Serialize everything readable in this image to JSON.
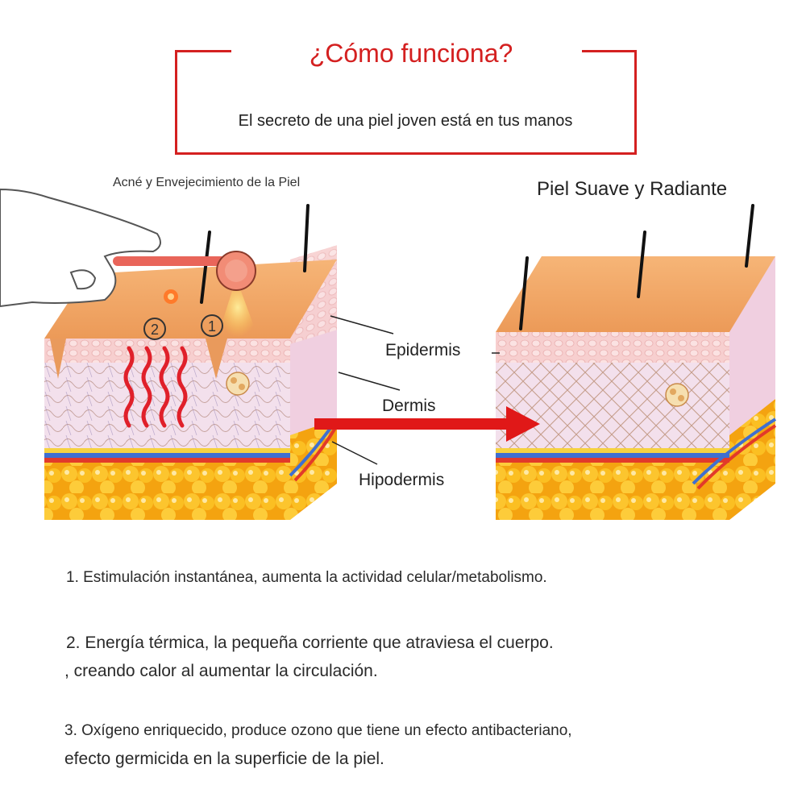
{
  "header": {
    "title": "¿Cómo funciona?",
    "subtitle": "El secreto de una piel joven está en tus manos"
  },
  "diagram": {
    "before_label": "Acné y Envejecimiento de la Piel",
    "after_label": "Piel Suave y Radiante",
    "markers": [
      "1",
      "2"
    ],
    "layers": {
      "epidermis": "Epidermis",
      "dermis": "Dermis",
      "hypodermis": "Hipodermis"
    },
    "arrow_icon": "right-arrow-icon",
    "colors": {
      "accent_red": "#d42020",
      "skin_top": "#f2a968",
      "epidermis_pink": "#f6c6c6",
      "fat_yellow": "#f8b820"
    }
  },
  "descriptions": {
    "item1": "1. Estimulación instantánea, aumenta la actividad celular/metabolismo.",
    "item2_line1": "2. Energía térmica, la pequeña corriente que atraviesa el cuerpo.",
    "item2_line2": ", creando calor al aumentar la circulación.",
    "item3_line1": "3. Oxígeno enriquecido, produce ozono que tiene un efecto antibacteriano,",
    "item3_line2": "efecto germicida en la superficie de la piel."
  }
}
